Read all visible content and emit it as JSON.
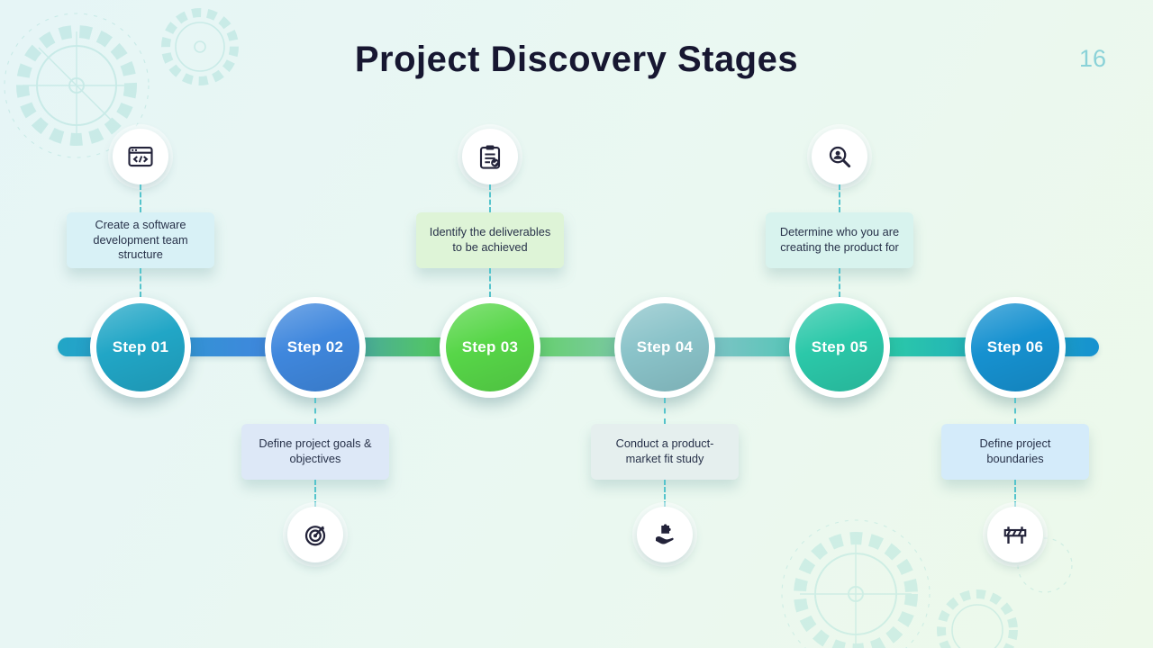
{
  "slide": {
    "title": "Project Discovery Stages",
    "page_number": "16"
  },
  "timeline": {
    "bar_colors": [
      "#21a6c6",
      "#3f87dd",
      "#57d648",
      "#8ac3c9",
      "#2bc8a9",
      "#1691d0"
    ]
  },
  "steps": [
    {
      "label": "Step 01",
      "description": "Create a software development team structure",
      "position": "top",
      "circle_color": "#21a6c6",
      "box_color": "#d8f1f6",
      "icon": "code-window-icon"
    },
    {
      "label": "Step 02",
      "description": "Define project goals & objectives",
      "position": "bottom",
      "circle_color": "#3f87dd",
      "box_color": "#dde8f7",
      "icon": "target-icon"
    },
    {
      "label": "Step 03",
      "description": "Identify the deliverables to be achieved",
      "position": "top",
      "circle_color": "#57d648",
      "box_color": "#def4d7",
      "icon": "clipboard-check-icon"
    },
    {
      "label": "Step 04",
      "description": "Conduct a product-market fit study",
      "position": "bottom",
      "circle_color": "#8ac3c9",
      "box_color": "#e5efee",
      "icon": "hand-puzzle-icon"
    },
    {
      "label": "Step 05",
      "description": "Determine who you are creating the product for",
      "position": "top",
      "circle_color": "#2bc8a9",
      "box_color": "#d8f3ee",
      "icon": "search-user-icon"
    },
    {
      "label": "Step 06",
      "description": "Define project boundaries",
      "position": "bottom",
      "circle_color": "#1691d0",
      "box_color": "#d4ebfa",
      "icon": "barrier-icon"
    }
  ]
}
